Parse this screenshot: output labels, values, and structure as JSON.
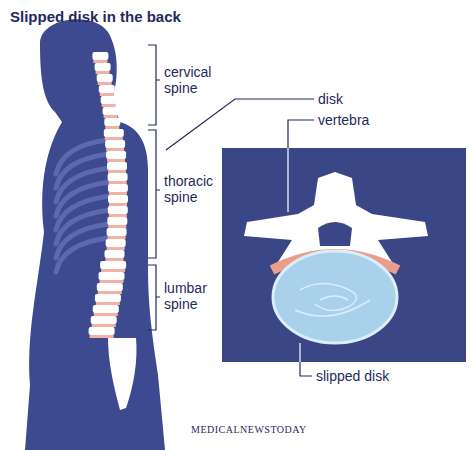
{
  "diagram": {
    "title": "Slipped disk in the back",
    "labels": [
      "cervical spine",
      "thoracic spine",
      "lumbar spine",
      "disk",
      "vertebra",
      "slipped disk",
      "MEDICALNEWSTODAY"
    ]
  }
}
